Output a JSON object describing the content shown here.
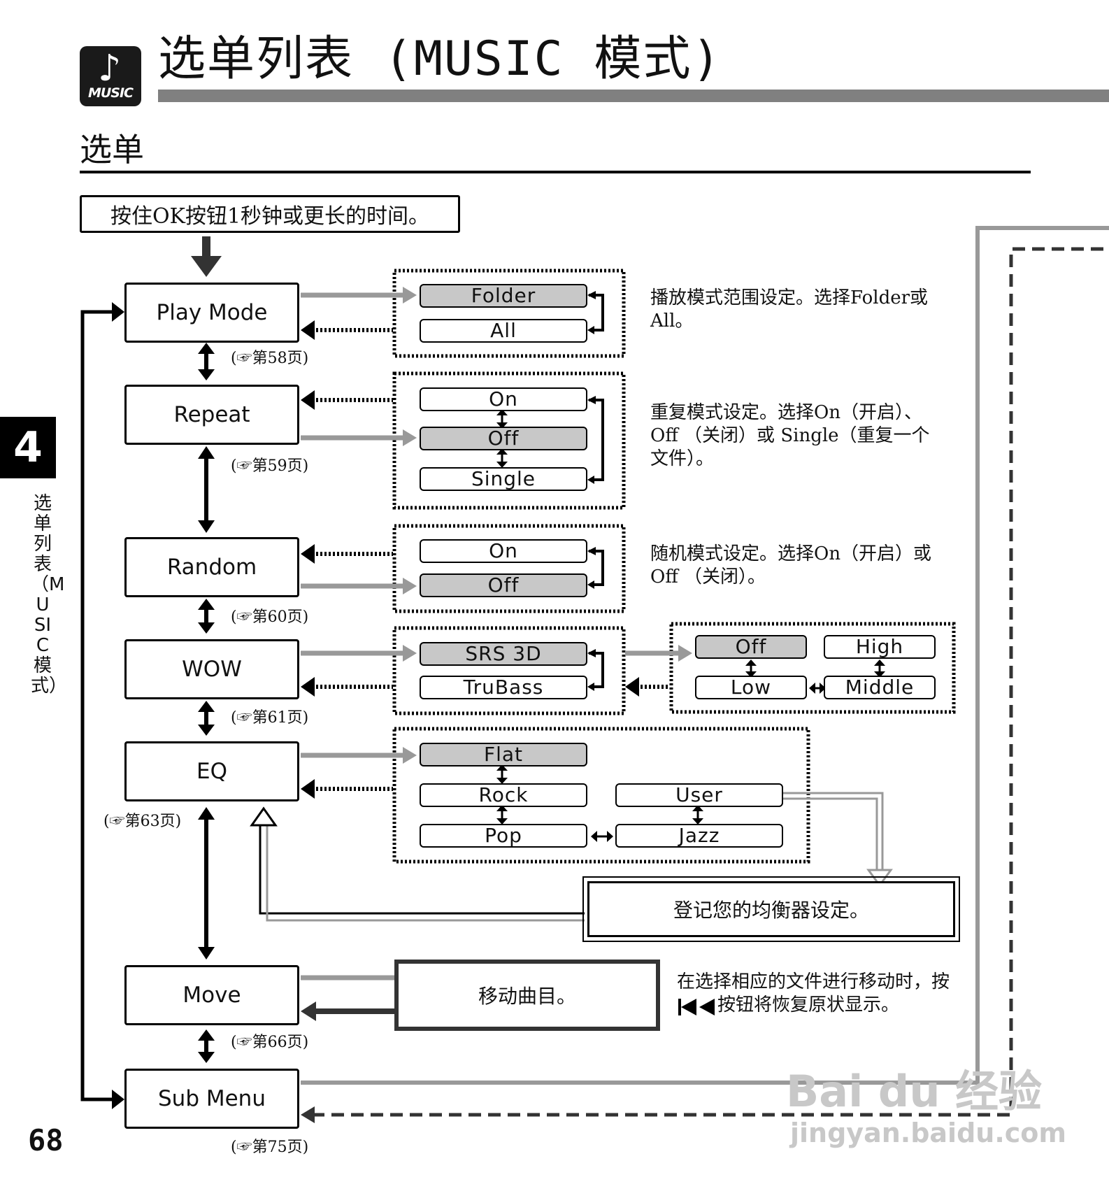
{
  "header": {
    "title": "选单列表 (MUSIC 模式)",
    "logo_text": "MUSIC",
    "logo_icon": "music-note-icon",
    "section": "选单"
  },
  "start_instruction": "按住OK按钮1秒钟或更长的时间。",
  "side_tab": {
    "chapter": "4",
    "label": "选单列表（MUSIC 模式）"
  },
  "page_number": "68",
  "menus": [
    {
      "label": "Play Mode",
      "ref": "(☞第58页)"
    },
    {
      "label": "Repeat",
      "ref": "(☞第59页)"
    },
    {
      "label": "Random",
      "ref": "(☞第60页)"
    },
    {
      "label": "WOW",
      "ref": "(☞第61页)"
    },
    {
      "label": "EQ",
      "ref": "(☞第63页)"
    },
    {
      "label": "Move",
      "ref": "(☞第66页)"
    },
    {
      "label": "Sub Menu",
      "ref": "(☞第75页)"
    }
  ],
  "options": {
    "play_mode": [
      "Folder",
      "All"
    ],
    "repeat": [
      "On",
      "Off",
      "Single"
    ],
    "random": [
      "On",
      "Off"
    ],
    "wow": [
      "SRS 3D",
      "TruBass"
    ],
    "wow_level": [
      "Off",
      "High",
      "Low",
      "Middle"
    ],
    "eq": [
      "Flat",
      "Rock",
      "Pop",
      "User",
      "Jazz"
    ]
  },
  "descriptions": {
    "play_mode": [
      "播放模式范围设定。选择Folder或",
      "All。"
    ],
    "repeat": [
      "重复模式设定。选择On（开启）、",
      "Off （关闭）或 Single（重复一个",
      "文件）。"
    ],
    "random": [
      "随机模式设定。选择On（开启）或",
      "Off （关闭）。"
    ],
    "eq_user": "登记您的均衡器设定。",
    "move": "移动曲目。",
    "move_note": [
      "在选择相应的文件进行移动时，按",
      "按钮将恢复原状显示。"
    ]
  },
  "watermark": {
    "brand": "Bai du 经验",
    "url": "jingyan.baidu.com"
  },
  "colors": {
    "selected": "#c8c8c8",
    "arrow_gray": "#999999",
    "rule_gray": "#808080"
  }
}
